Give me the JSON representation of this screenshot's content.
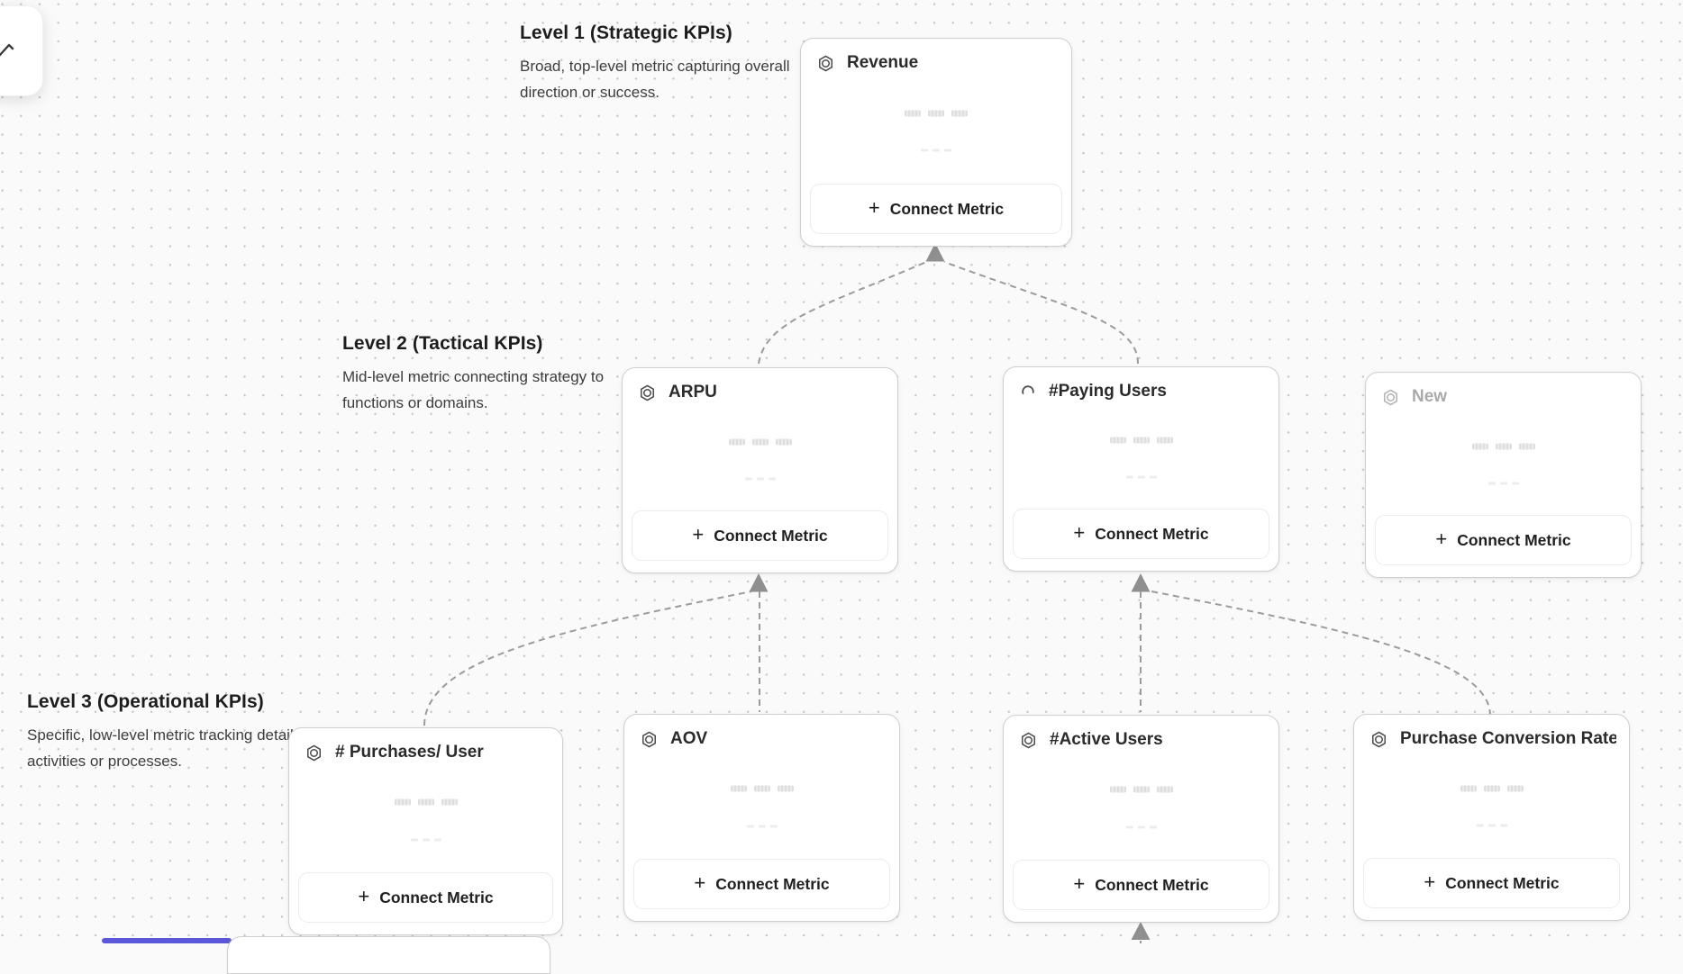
{
  "toolbar": {
    "button_icon": "arrow-cursor-icon"
  },
  "levels": [
    {
      "title": "Level 1 (Strategic KPIs)",
      "description": "Broad, top-level metric capturing overall direction or success."
    },
    {
      "title": "Level 2 (Tactical KPIs)",
      "description": "Mid-level metric connecting strategy to functions or domains."
    },
    {
      "title": "Level 3 (Operational KPIs)",
      "description": "Specific, low-level metric tracking detailed activities or processes."
    }
  ],
  "cards": [
    {
      "id": "revenue",
      "title": "Revenue",
      "icon": "hexagon-metric-icon",
      "button_label": "Connect Metric",
      "level": 1,
      "state": "default"
    },
    {
      "id": "arpu",
      "title": "ARPU",
      "icon": "hexagon-metric-icon",
      "button_label": "Connect Metric",
      "level": 2,
      "state": "default"
    },
    {
      "id": "paying-users",
      "title": "#Paying Users",
      "icon": "loading-spinner-icon",
      "button_label": "Connect Metric",
      "level": 2,
      "state": "loading"
    },
    {
      "id": "new",
      "title": "New",
      "icon": "hexagon-metric-icon",
      "button_label": "Connect Metric",
      "level": 2,
      "state": "placeholder"
    },
    {
      "id": "purchases-per-user",
      "title": "# Purchases/ User",
      "icon": "hexagon-metric-icon",
      "button_label": "Connect Metric",
      "level": 3,
      "state": "default"
    },
    {
      "id": "aov",
      "title": "AOV",
      "icon": "hexagon-metric-icon",
      "button_label": "Connect Metric",
      "level": 3,
      "state": "default"
    },
    {
      "id": "active-users",
      "title": "#Active Users",
      "icon": "hexagon-metric-icon",
      "button_label": "Connect Metric",
      "level": 3,
      "state": "default"
    },
    {
      "id": "purchase-conversion-rate",
      "title": "Purchase Conversion Rate",
      "icon": "hexagon-metric-icon",
      "button_label": "Connect Metric",
      "level": 3,
      "state": "default"
    }
  ],
  "edges": [
    {
      "from": "ARPU",
      "to": "Revenue"
    },
    {
      "from": "#Paying Users",
      "to": "Revenue"
    },
    {
      "from": "# Purchases/ User",
      "to": "ARPU"
    },
    {
      "from": "AOV",
      "to": "ARPU"
    },
    {
      "from": "#Active Users",
      "to": "#Paying Users"
    },
    {
      "from": "Purchase Conversion Rate",
      "to": "#Paying Users"
    },
    {
      "from": null,
      "to": "#Active Users"
    }
  ],
  "ui": {
    "plus_glyph": "+"
  },
  "colors": {
    "selection_accent": "#5a57d8",
    "connector": "#9b9b9b",
    "arrowhead": "#8f8f8f",
    "card_border": "#cfcfcf",
    "canvas_background": "#fafafa"
  }
}
